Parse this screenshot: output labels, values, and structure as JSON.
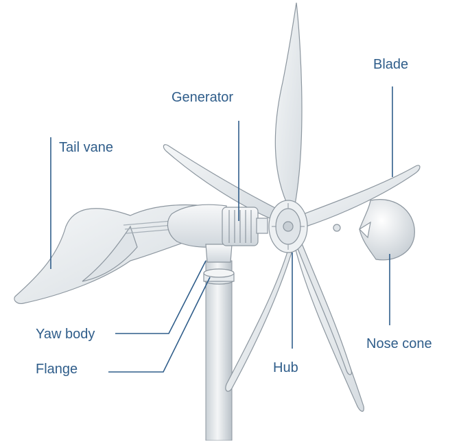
{
  "diagram": {
    "labels": {
      "blade": "Blade",
      "generator": "Generator",
      "tail_vane": "Tail vane",
      "yaw_body": "Yaw body",
      "flange": "Flange",
      "hub": "Hub",
      "nose_cone": "Nose cone"
    }
  },
  "colors": {
    "label_text": "#2f5d8a",
    "leader_line": "#2f5d8a",
    "part_fill": "#eef1f3",
    "part_shade": "#d3d9de",
    "part_outline": "#7f8b95"
  }
}
